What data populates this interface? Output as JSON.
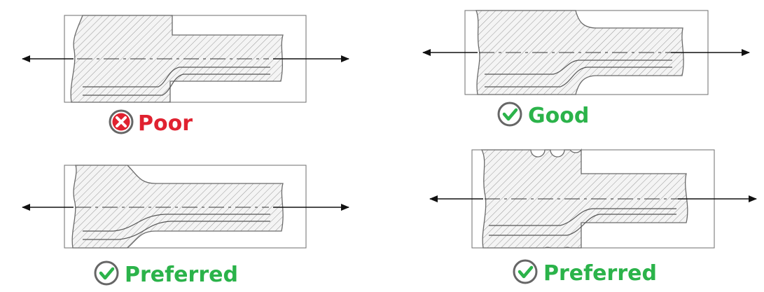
{
  "panels": [
    {
      "id": "top-left",
      "rating": "Poor",
      "kind": "bad"
    },
    {
      "id": "top-right",
      "rating": "Good",
      "kind": "good"
    },
    {
      "id": "bottom-left",
      "rating": "Preferred",
      "kind": "good"
    },
    {
      "id": "bottom-right",
      "rating": "Preferred",
      "kind": "good"
    }
  ],
  "colors": {
    "poor": "#e02230",
    "good": "#2bb34a",
    "outline": "#6b6b6b",
    "hatch": "#9a9a9a"
  },
  "icons": {
    "poor": "x-circle-icon",
    "good": "check-circle-icon"
  }
}
